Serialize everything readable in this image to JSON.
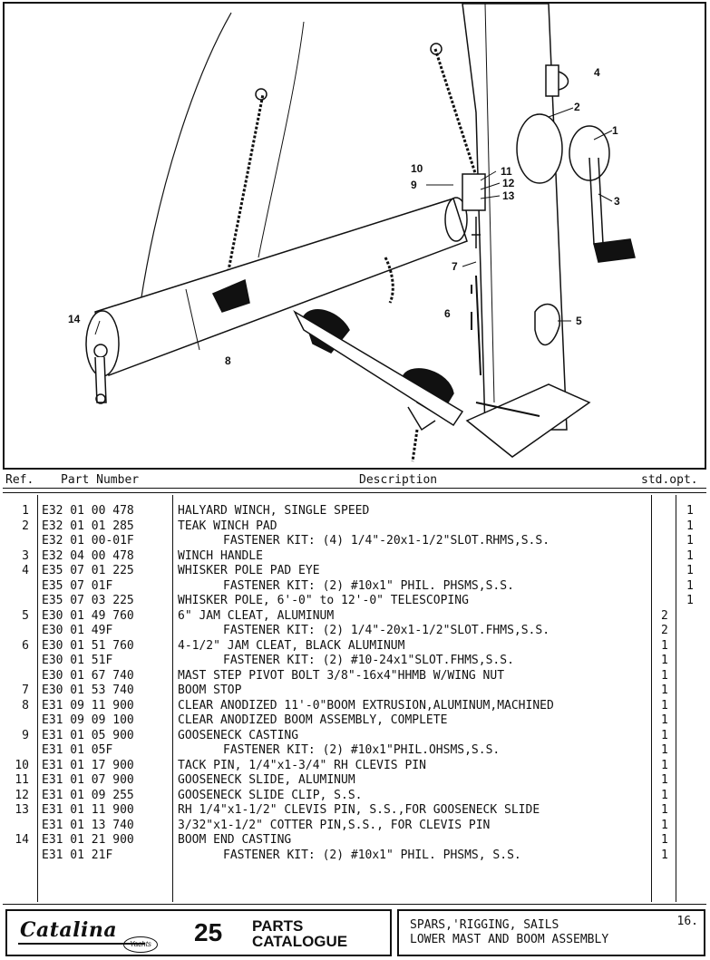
{
  "diagram": {
    "callouts": [
      "1",
      "2",
      "3",
      "4",
      "5",
      "6",
      "7",
      "8",
      "9",
      "10",
      "11",
      "12",
      "13",
      "14"
    ]
  },
  "table": {
    "headers": {
      "ref": "Ref.",
      "part": "Part Number",
      "description": "Description",
      "stdopt": "std.opt."
    },
    "rows": [
      {
        "ref": "1",
        "part": "E32 01 00 478",
        "desc": "HALYARD WINCH, SINGLE SPEED",
        "indent": false,
        "std": "",
        "opt": "1"
      },
      {
        "ref": "2",
        "part": "E32 01 01 285",
        "desc": "TEAK WINCH PAD",
        "indent": false,
        "std": "",
        "opt": "1"
      },
      {
        "ref": "",
        "part": "E32 01 00-01F",
        "desc": "FASTENER KIT:  (4) 1/4\"-20x1-1/2\"SLOT.RHMS,S.S.",
        "indent": true,
        "std": "",
        "opt": "1"
      },
      {
        "ref": "3",
        "part": "E32 04 00 478",
        "desc": "WINCH HANDLE",
        "indent": false,
        "std": "",
        "opt": "1"
      },
      {
        "ref": "4",
        "part": "E35 07 01 225",
        "desc": "WHISKER POLE PAD EYE",
        "indent": false,
        "std": "",
        "opt": "1"
      },
      {
        "ref": "",
        "part": "E35 07 01F",
        "desc": "FASTENER KIT:  (2) #10x1\" PHIL. PHSMS,S.S.",
        "indent": true,
        "std": "",
        "opt": "1"
      },
      {
        "ref": "",
        "part": "E35 07 03 225",
        "desc": "WHISKER POLE, 6'-0\" to 12'-0\" TELESCOPING",
        "indent": false,
        "std": "",
        "opt": "1"
      },
      {
        "ref": "5",
        "part": "E30 01 49 760",
        "desc": "6\" JAM CLEAT, ALUMINUM",
        "indent": false,
        "std": "2",
        "opt": ""
      },
      {
        "ref": "",
        "part": "E30 01 49F",
        "desc": "FASTENER KIT:  (2) 1/4\"-20x1-1/2\"SLOT.FHMS,S.S.",
        "indent": true,
        "std": "2",
        "opt": ""
      },
      {
        "ref": "6",
        "part": "E30 01 51 760",
        "desc": "4-1/2\" JAM CLEAT, BLACK ALUMINUM",
        "indent": false,
        "std": "1",
        "opt": ""
      },
      {
        "ref": "",
        "part": "E30 01 51F",
        "desc": "FASTENER KIT:  (2) #10-24x1\"SLOT.FHMS,S.S.",
        "indent": true,
        "std": "1",
        "opt": ""
      },
      {
        "ref": "",
        "part": "E30 01 67 740",
        "desc": "MAST STEP PIVOT BOLT 3/8\"-16x4\"HHMB W/WING NUT",
        "indent": false,
        "std": "1",
        "opt": ""
      },
      {
        "ref": "7",
        "part": "E30 01 53 740",
        "desc": "BOOM STOP",
        "indent": false,
        "std": "1",
        "opt": ""
      },
      {
        "ref": "8",
        "part": "E31 09 11 900",
        "desc": "CLEAR ANODIZED 11'-0\"BOOM EXTRUSION,ALUMINUM,MACHINED",
        "indent": false,
        "std": "1",
        "opt": ""
      },
      {
        "ref": "",
        "part": "E31 09 09 100",
        "desc": "CLEAR ANODIZED BOOM ASSEMBLY, COMPLETE",
        "indent": false,
        "std": "1",
        "opt": ""
      },
      {
        "ref": "9",
        "part": "E31 01 05 900",
        "desc": "GOOSENECK CASTING",
        "indent": false,
        "std": "1",
        "opt": ""
      },
      {
        "ref": "",
        "part": "E31 01 05F",
        "desc": "FASTENER KIT:  (2) #10x1\"PHIL.OHSMS,S.S.",
        "indent": true,
        "std": "1",
        "opt": ""
      },
      {
        "ref": "10",
        "part": "E31 01 17 900",
        "desc": "TACK PIN, 1/4\"x1-3/4\" RH CLEVIS PIN",
        "indent": false,
        "std": "1",
        "opt": ""
      },
      {
        "ref": "11",
        "part": "E31 01 07 900",
        "desc": "GOOSENECK SLIDE, ALUMINUM",
        "indent": false,
        "std": "1",
        "opt": ""
      },
      {
        "ref": "12",
        "part": "E31 01 09 255",
        "desc": "GOOSENECK SLIDE CLIP, S.S.",
        "indent": false,
        "std": "1",
        "opt": ""
      },
      {
        "ref": "13",
        "part": "E31 01 11 900",
        "desc": "RH 1/4\"x1-1/2\" CLEVIS PIN, S.S.,FOR GOOSENECK SLIDE",
        "indent": false,
        "std": "1",
        "opt": ""
      },
      {
        "ref": "",
        "part": "E31 01 13 740",
        "desc": "3/32\"x1-1/2\" COTTER PIN,S.S., FOR CLEVIS PIN",
        "indent": false,
        "std": "1",
        "opt": ""
      },
      {
        "ref": "14",
        "part": "E31 01 21 900",
        "desc": "BOOM END CASTING",
        "indent": false,
        "std": "1",
        "opt": ""
      },
      {
        "ref": "",
        "part": "E31 01 21F",
        "desc": "FASTENER KIT:  (2) #10x1\" PHIL. PHSMS, S.S.",
        "indent": true,
        "std": "1",
        "opt": ""
      }
    ]
  },
  "footer": {
    "brand": "Catalina",
    "brand_sub": "Yachts",
    "page_number": "25",
    "catalogue_line1": "PARTS",
    "catalogue_line2": "CATALOGUE",
    "section_line1": "SPARS,'RIGGING, SAILS",
    "section_line2": "LOWER MAST AND BOOM ASSEMBLY",
    "section_number": "16."
  }
}
